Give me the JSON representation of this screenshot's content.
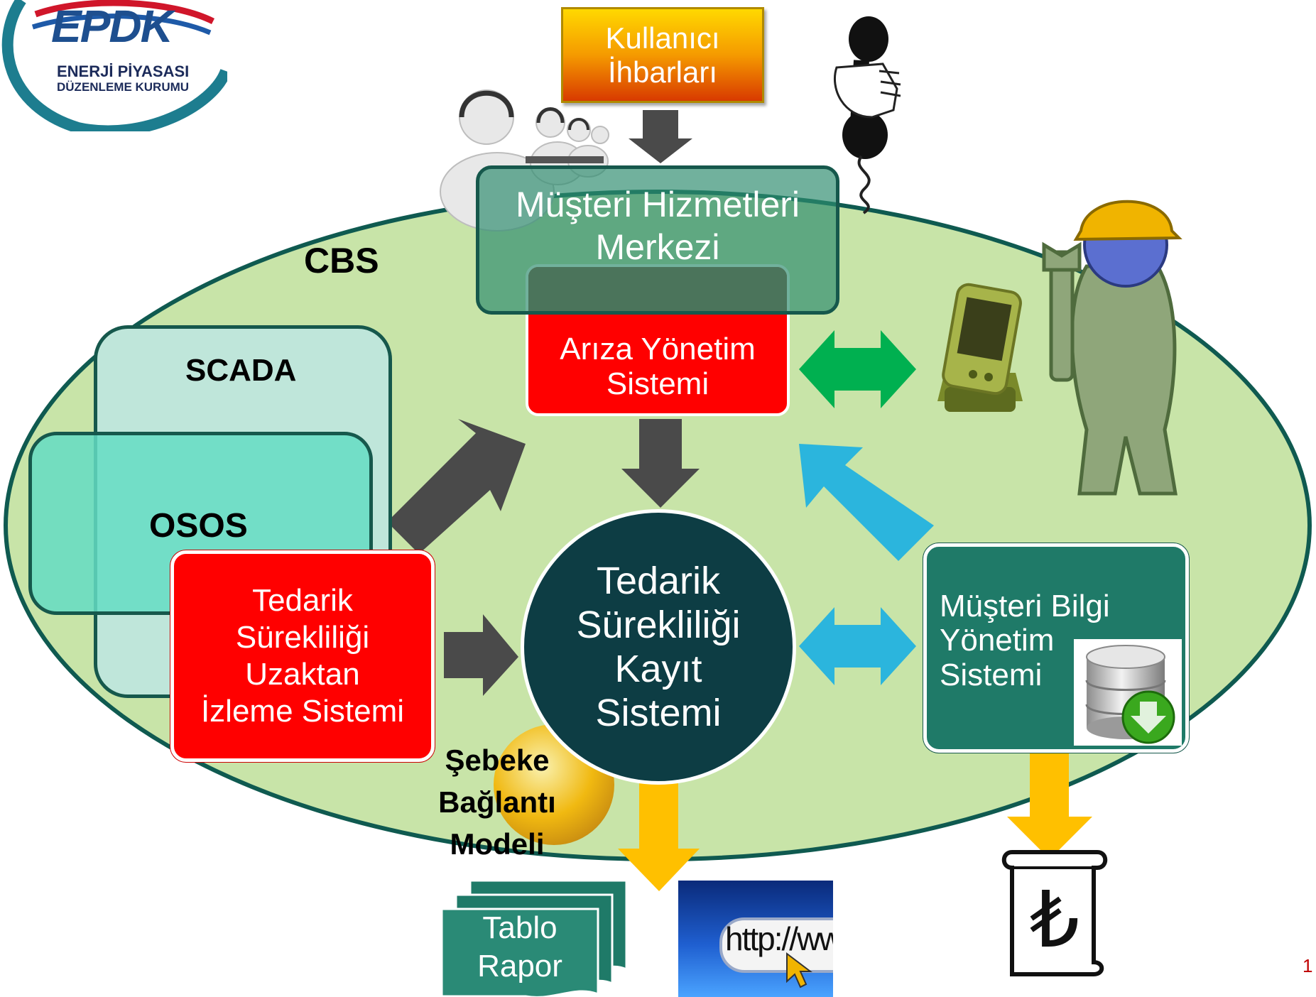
{
  "logo": {
    "mark": "EPDK",
    "line1": "ENERJİ PİYASASI",
    "line2": "DÜZENLEME KURUMU"
  },
  "colors": {
    "ellipse": "#c8e4a8",
    "red_box": "#ff0000",
    "teal_box": "#1f7a68",
    "center_circle": "#0d3d44",
    "gray_arrow": "#4a4a4a",
    "green_arrow": "#00b050",
    "blue_arrow": "#2bb5dd",
    "yellow_arrow": "#ffc000"
  },
  "diagram": {
    "top_box": "Kullanıcı\nİhbarları",
    "customer_center": "Müşteri Hizmetleri\nMerkezi",
    "cbs": "CBS",
    "scada": "SCADA",
    "osos": "OSOS",
    "fault_system": "Arıza Yönetim\nSistemi",
    "remote_monitoring": "Tedarik\nSürekliliği\nUzaktan\nİzleme Sistemi",
    "center": "Tedarik\nSürekliliği\nKayıt\nSistemi",
    "customer_info": "Müşteri Bilgi\nYönetim\nSistemi",
    "network_model": "Şebeke\nBağlantı\nModeli",
    "report": "Tablo\nRapor",
    "http_text": "http://www.",
    "currency": "₺",
    "page_number": "1"
  },
  "icons": [
    "call-center-agents-icon",
    "telephone-handset-icon",
    "pda-device-icon",
    "field-technician-icon",
    "database-download-icon",
    "web-browser-icon",
    "invoice-scroll-icon",
    "network-sphere-icon"
  ]
}
